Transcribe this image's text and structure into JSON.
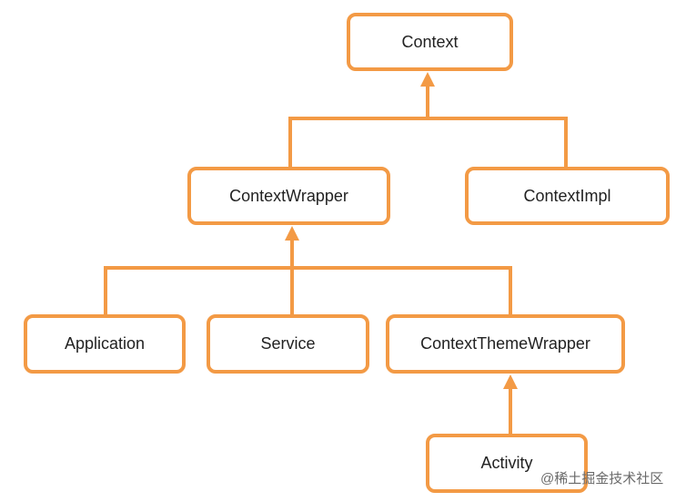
{
  "diagram": {
    "colors": {
      "border": "#f39a45",
      "text": "#222222",
      "background": "#ffffff"
    },
    "nodes": {
      "context": "Context",
      "context_wrapper": "ContextWrapper",
      "context_impl": "ContextImpl",
      "application": "Application",
      "service": "Service",
      "context_theme_wrapper": "ContextThemeWrapper",
      "activity": "Activity"
    },
    "edges": [
      {
        "from": "context_wrapper",
        "to": "context"
      },
      {
        "from": "context_impl",
        "to": "context"
      },
      {
        "from": "application",
        "to": "context_wrapper"
      },
      {
        "from": "service",
        "to": "context_wrapper"
      },
      {
        "from": "context_theme_wrapper",
        "to": "context_wrapper"
      },
      {
        "from": "activity",
        "to": "context_theme_wrapper"
      }
    ]
  },
  "watermark": "@稀土掘金技术社区"
}
